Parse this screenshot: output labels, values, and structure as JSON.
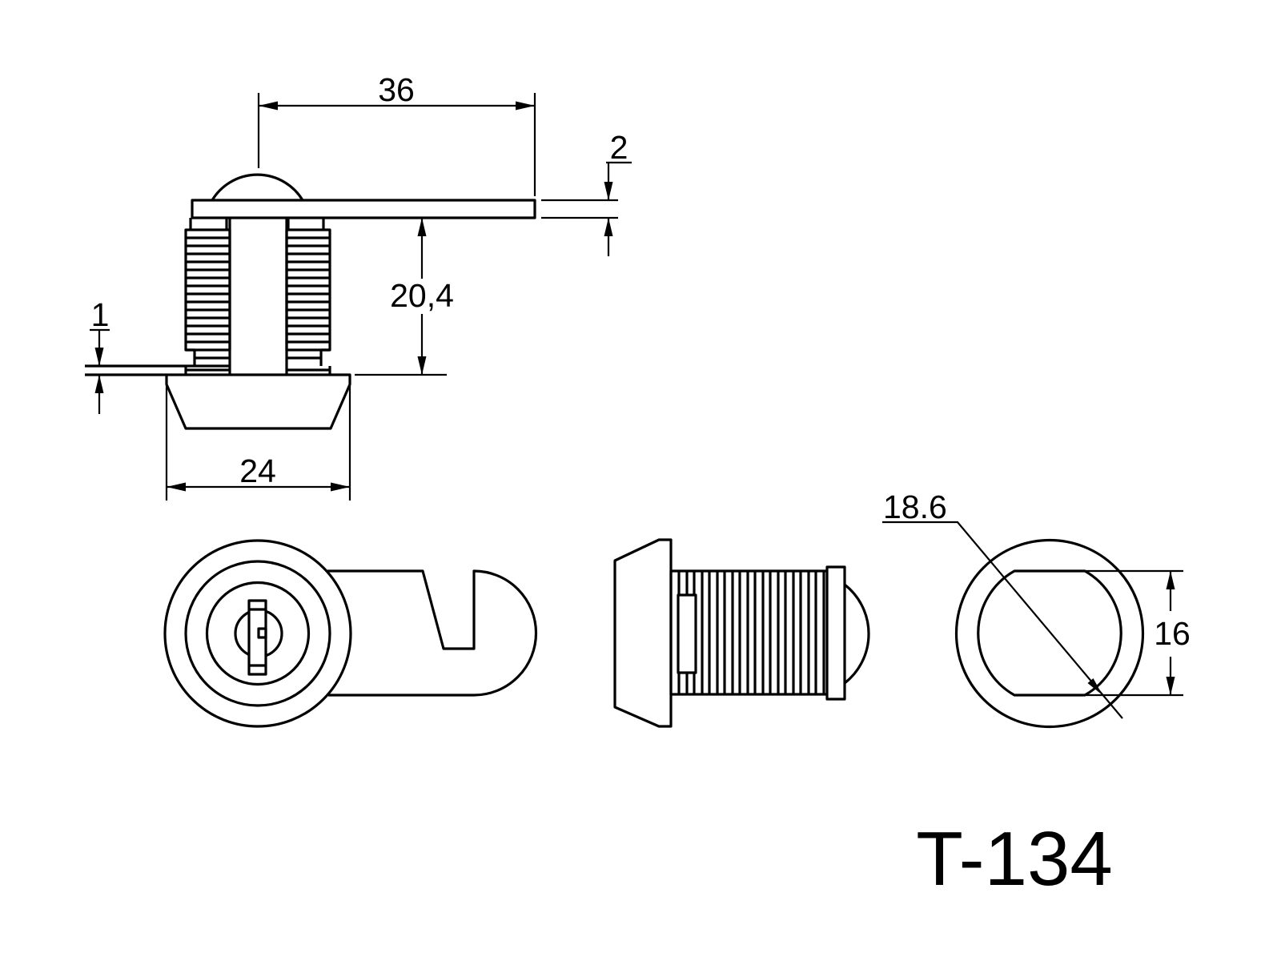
{
  "drawing": {
    "part_number": "T-134",
    "dimensions": {
      "cam_length": "36",
      "cam_thickness": "2",
      "body_length": "20,4",
      "panel_thickness": "1",
      "head_diameter": "24",
      "barrel_diameter": "18.6",
      "across_flats": "16"
    }
  }
}
